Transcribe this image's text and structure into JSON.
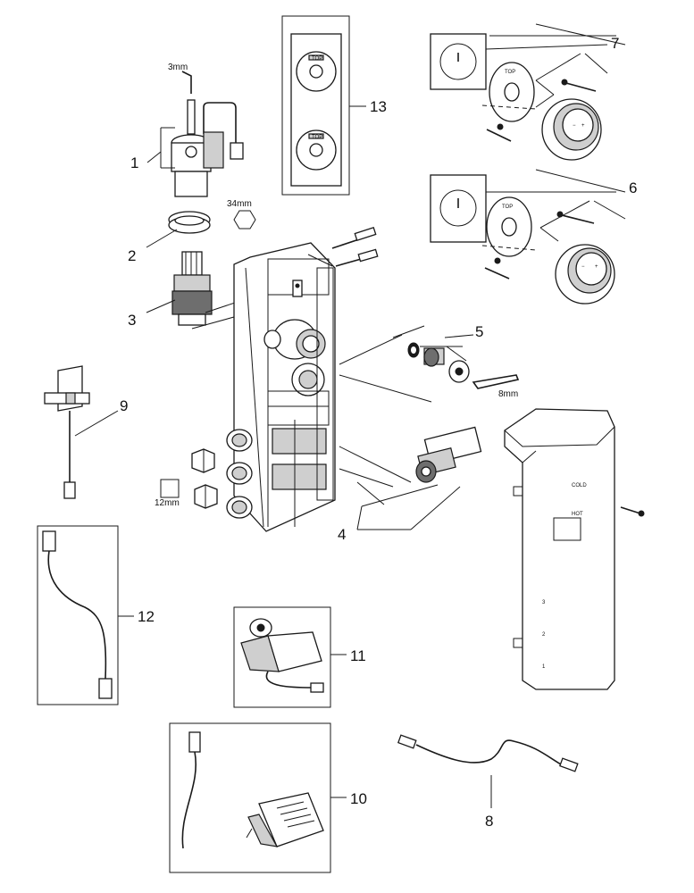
{
  "callouts": {
    "c1": "1",
    "c2": "2",
    "c3": "3",
    "c4": "4",
    "c5": "5",
    "c6": "6",
    "c7": "7",
    "c8": "8",
    "c9": "9",
    "c10": "10",
    "c11": "11",
    "c12": "12",
    "c13": "13"
  },
  "dimensions": {
    "hex_3mm": "3mm",
    "hex_34mm": "34mm",
    "hex_8mm": "8mm",
    "square_12mm": "12mm"
  },
  "markings": {
    "plate_top": "TOP",
    "cover_cold": "COLD",
    "cover_hot": "HOT",
    "outlet_1": "1",
    "outlet_2": "2",
    "outlet_3": "3"
  }
}
